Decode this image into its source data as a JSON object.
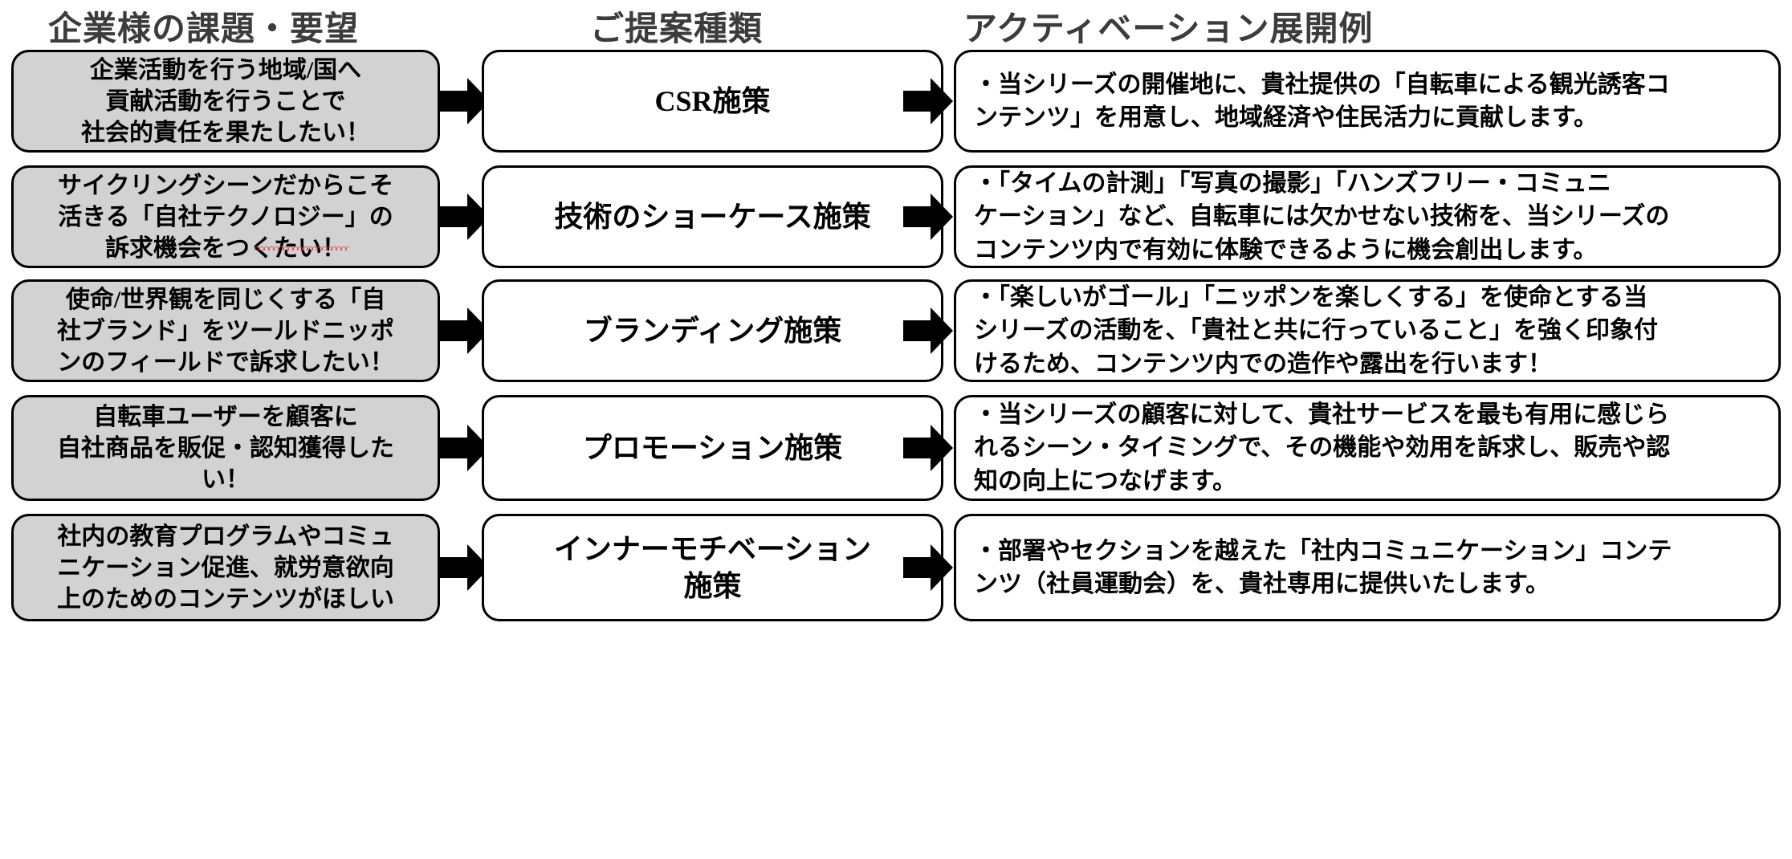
{
  "headers": {
    "issue": "企業様の課題・要望",
    "type": "ご提案種類",
    "activation": "アクティベーション展開例"
  },
  "colors": {
    "issue_box_fill": "#d2d2d2",
    "box_border": "#000000",
    "header_text": "#3c3c3c",
    "arrow_fill": "#000000",
    "spellcheck_underline": "#e8403a"
  },
  "rows": [
    {
      "issue": "企業活動を行う地域/国へ\n貢献活動を行うことで\n社会的責任を果たしたい！",
      "type": "CSR施策",
      "activation": "・当シリーズの開催地に、貴社提供の「自転車による観光誘客コ\nンテンツ」を用意し、地域経済や住民活力に貢献します。"
    },
    {
      "issue": "サイクリングシーンだからこそ\n活きる「自社テクノロジー」の\n訴求機会をつくたい！",
      "type": "技術のショーケース施策",
      "activation": "・「タイムの計測」「写真の撮影」「ハンズフリー・コミュニ\nケーション」など、自転車には欠かせない技術を、当シリーズの\nコンテンツ内で有効に体験できるように機会創出します。"
    },
    {
      "issue": "使命/世界観を同じくする「自\n社ブランド」をツールドニッポ\nンのフィールドで訴求したい！",
      "type": "ブランディング施策",
      "activation": "・「楽しいがゴール」「ニッポンを楽しくする」を使命とする当\nシリーズの活動を、「貴社と共に行っていること」を強く印象付\nけるため、コンテンツ内での造作や露出を行います！"
    },
    {
      "issue": "自転車ユーザーを顧客に\n自社商品を販促・認知獲得した\nい！",
      "type": "プロモーション施策",
      "activation": "・当シリーズの顧客に対して、貴社サービスを最も有用に感じら\nれるシーン・タイミングで、その機能や効用を訴求し、販売や認\n知の向上につなげます。"
    },
    {
      "issue": "社内の教育プログラムやコミュ\nニケーション促進、就労意欲向\n上のためのコンテンツがほしい",
      "type": "インナーモチベーション\n施策",
      "activation": "・部署やセクションを越えた「社内コミュニケーション」コンテ\nンツ（社員運動会）を、貴社専用に提供いたします。"
    }
  ]
}
